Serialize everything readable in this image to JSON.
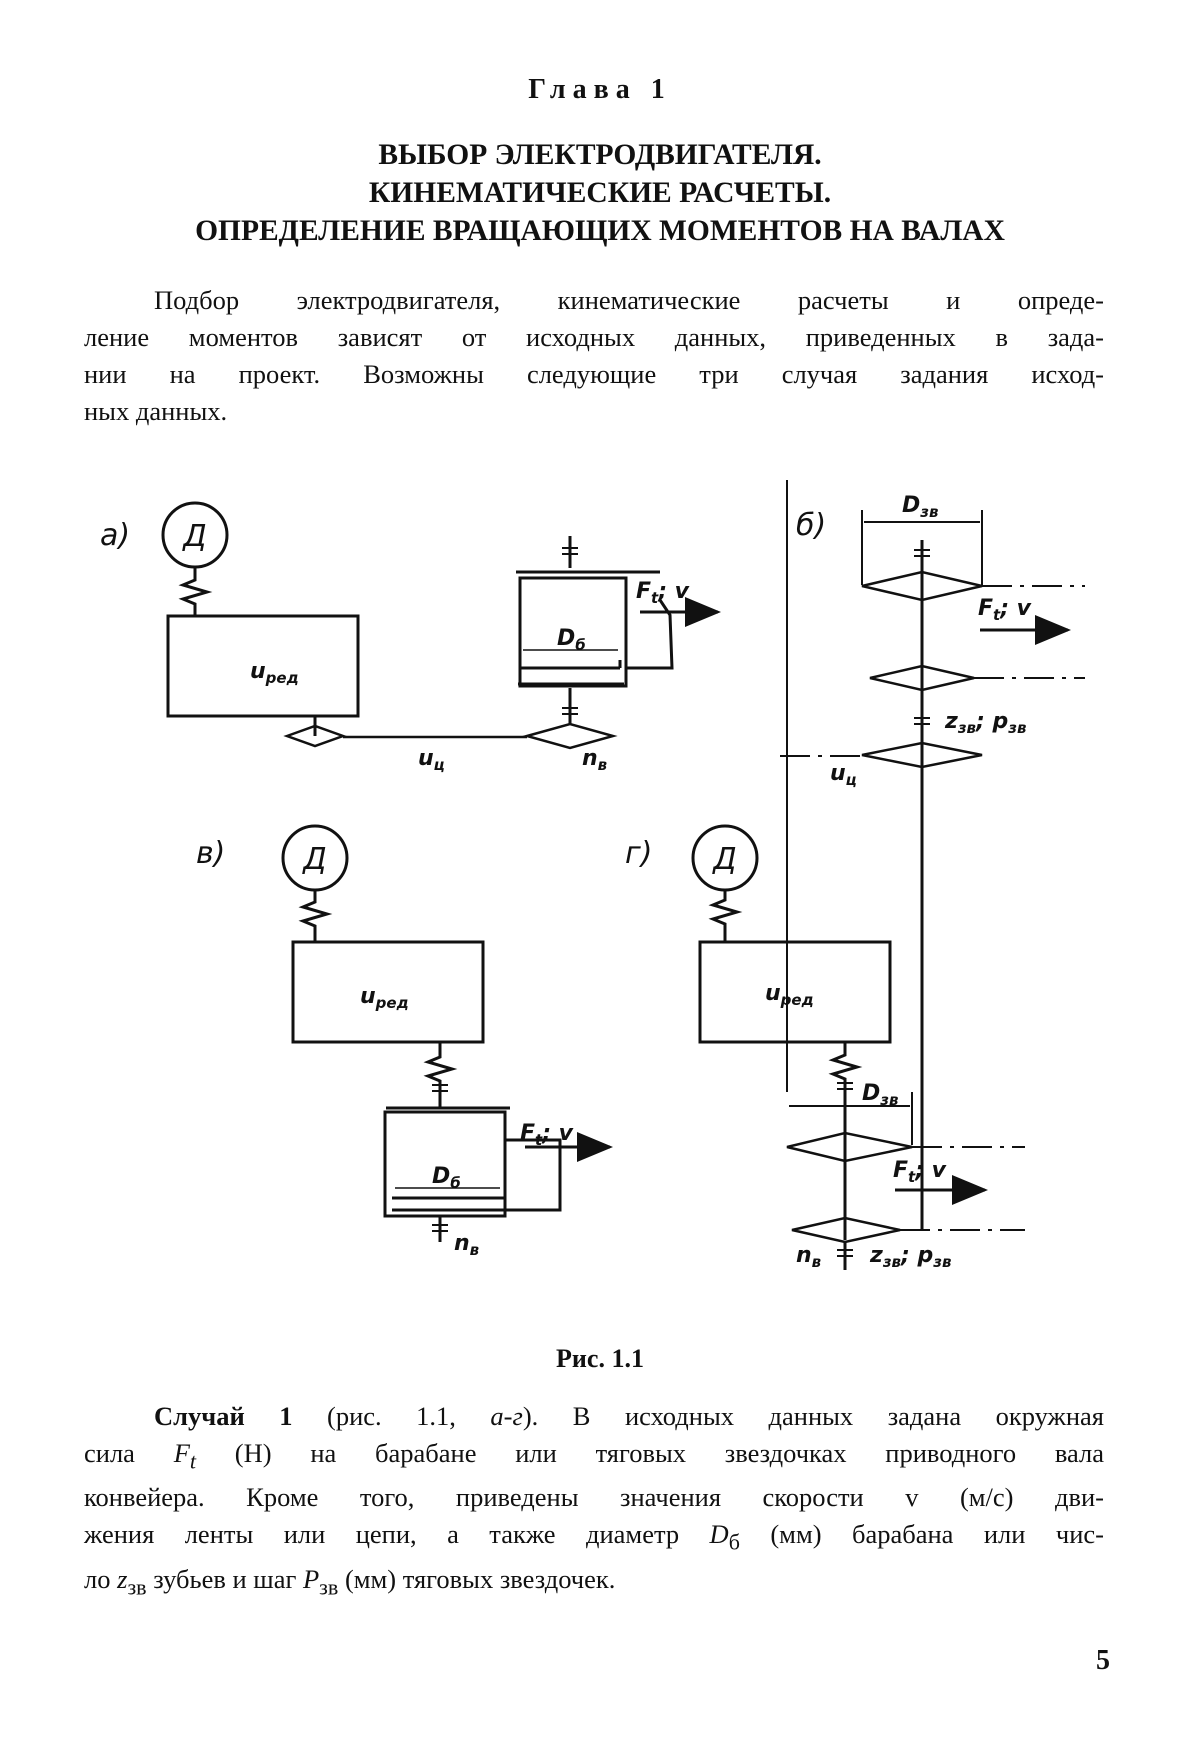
{
  "chapter": "Глава 1",
  "title": [
    "ВЫБОР ЭЛЕКТРОДВИГАТЕЛЯ.",
    "КИНЕМАТИЧЕСКИЕ РАСЧЕТЫ.",
    "ОПРЕДЕЛЕНИЕ ВРАЩАЮЩИХ МОМЕНТОВ НА ВАЛАХ"
  ],
  "intro_lines": [
    "Подбор электродвигателя, кинематические расчеты и опреде-",
    "ление моментов зависят от исходных данных, приведенных в зада-",
    "нии на проект. Возможны следующие три случая задания исход-",
    "ных данных."
  ],
  "figure": {
    "labels": {
      "a": "а)",
      "b": "б)",
      "v": "в)",
      "g": "г)"
    },
    "motor": "Д",
    "gearbox": "u",
    "gearbox_sub": "ред",
    "chain_ratio": "u",
    "chain_ratio_sub": "ц",
    "drum_diameter": "D",
    "drum_diameter_sub": "б",
    "sprocket_diameter": "D",
    "sprocket_diameter_sub": "зв",
    "force": "F",
    "force_sub": "t",
    "speed": "v",
    "shaft_speed": "n",
    "shaft_speed_sub": "в",
    "teeth": "z",
    "teeth_sub": "зв",
    "pitch": "p",
    "pitch_sub": "зв"
  },
  "caption": "Рис. 1.1",
  "case1": {
    "l1": {
      "bold": "Случай 1",
      "t1": " (рис. 1.1, ",
      "it": "а-г",
      "t2": "). В исходных данных задана окружная"
    },
    "l2": {
      "t1": "сила ",
      "F": "F",
      "Fsub": "t",
      "t2": " (Н) на барабане или тяговых звездочках приводного вала"
    },
    "l3": "конвейера. Кроме того, приведены значения скорости v (м/с) дви-",
    "l4": {
      "t1": "жения ленты или цепи, а также диаметр ",
      "D": "D",
      "Dsub": "б",
      "t2": " (мм) барабана или чис-"
    },
    "l5": {
      "t1": "ло ",
      "z": "z",
      "zsub": "зв",
      "t2": " зубьев и шаг ",
      "P": "P",
      "Psub": "зв",
      "t3": " (мм) тяговых звездочек."
    }
  },
  "page_number": "5"
}
